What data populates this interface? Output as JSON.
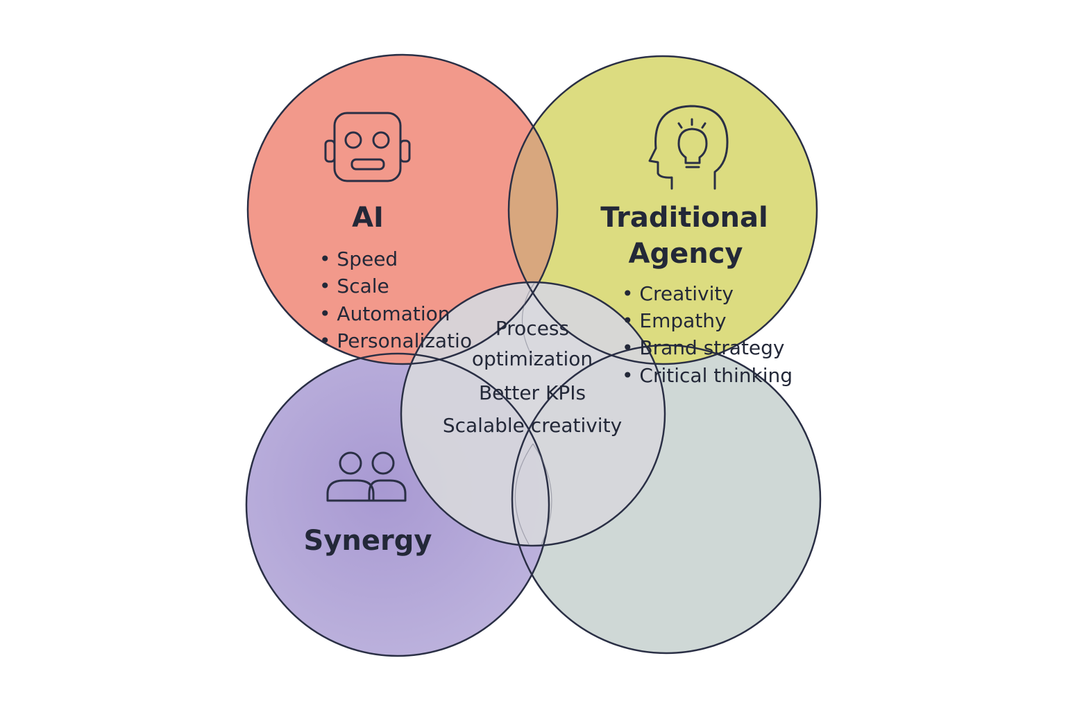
{
  "colors": {
    "ai": "#f2998b",
    "traditional": "#dcdc80",
    "synergy": "#b2a6d6",
    "bottom_right": "#cfd8d6",
    "center": "#d9d9dc",
    "robot_face": "#f08a74",
    "bulb": "#e0d45a",
    "people": "#9c84c8",
    "outline": "#2a2f45"
  },
  "ai": {
    "icon": "robot-icon",
    "title": "AI",
    "items": [
      "• Speed",
      "• Scale",
      "• Automation",
      "• Personalizatio"
    ]
  },
  "traditional": {
    "icon": "head-lightbulb-icon",
    "title_line1": "Traditional",
    "title_line2": "Agency",
    "items": [
      "• Creativity",
      "• Empathy",
      "• Brand strategy",
      "• Critical thinking"
    ]
  },
  "synergy": {
    "icon": "people-icon",
    "title": "Synergy"
  },
  "center": {
    "lines": [
      "Process",
      "optimization",
      "Better KPIs",
      "Scalable creativity"
    ]
  }
}
